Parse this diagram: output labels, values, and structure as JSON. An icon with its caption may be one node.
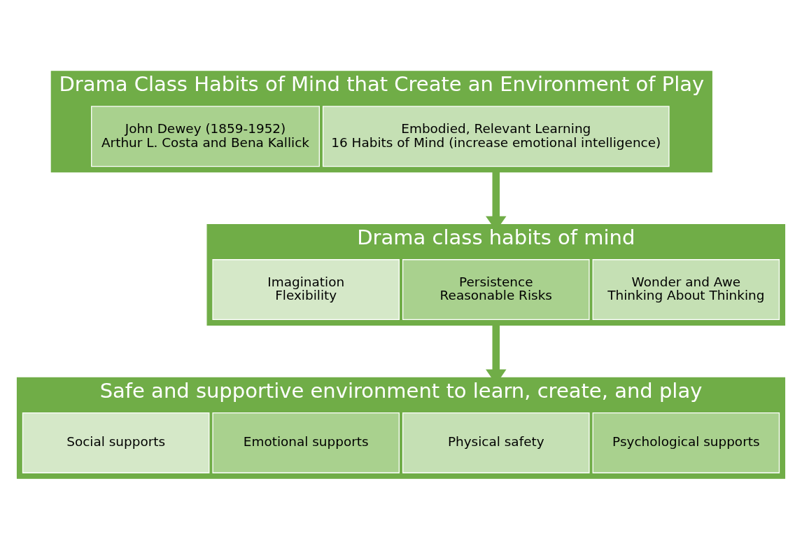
{
  "diagram": {
    "nodes": [
      {
        "text": [
          "Drama Class Habits of Mind that Create an Environment of Play"
        ]
      },
      {
        "text": [
          "John Dewey (1859-1952)",
          "Arthur L. Costa and Bena Kallick"
        ],
        "in": 0
      },
      {
        "text": [
          "Embodied, Relevant Learning",
          "16 Habits of Mind (increase emotional intelligence)"
        ],
        "in": 0
      },
      {
        "text": [
          "Drama class habits of mind"
        ]
      },
      {
        "text": [
          "Imagination",
          "Flexibility"
        ],
        "in": 3
      },
      {
        "text": [
          "Persistence",
          "Reasonable Risks"
        ],
        "in": 3
      },
      {
        "text": [
          "Wonder and Awe",
          "Thinking About Thinking"
        ],
        "in": 3
      },
      {
        "text": [
          "Safe and supportive environment to learn, create, and play"
        ]
      },
      {
        "text": [
          "Social supports"
        ],
        "in": 7
      },
      {
        "text": [
          "Emotional supports"
        ],
        "in": 7
      },
      {
        "text": [
          "Physical safety"
        ],
        "in": 7
      },
      {
        "text": [
          "Psychological supports"
        ],
        "in": 7
      }
    ],
    "edges": [
      {
        "from": 0,
        "to": 3,
        "arrow": "to"
      },
      {
        "from": 3,
        "to": 7,
        "arrow": "to"
      }
    ]
  }
}
